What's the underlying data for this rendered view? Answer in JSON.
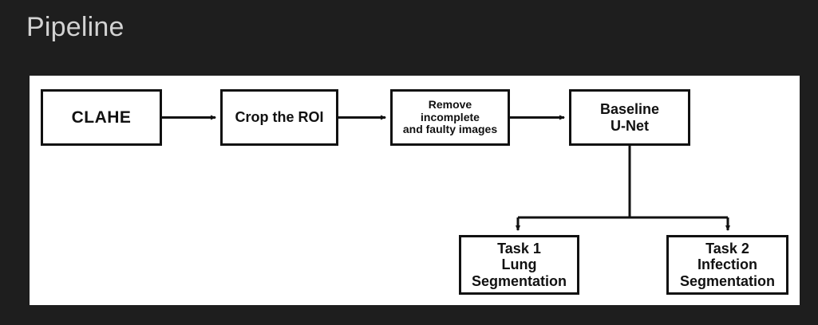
{
  "header": {
    "title": "Pipeline",
    "title_color": "#d2d2d2",
    "background_color": "#1e1e1e"
  },
  "figure": {
    "panel_background": "#ffffff",
    "stroke_color": "#111111",
    "diagram_type": "flowchart",
    "nodes": [
      {
        "id": "clahe",
        "label": "CLAHE",
        "row": 1,
        "order": 1
      },
      {
        "id": "crop",
        "label": "Crop the ROI",
        "row": 1,
        "order": 2
      },
      {
        "id": "remove",
        "label": "Remove\nincomplete\nand faulty images",
        "row": 1,
        "order": 3
      },
      {
        "id": "unet",
        "label": "Baseline\nU-Net",
        "row": 1,
        "order": 4
      },
      {
        "id": "task1",
        "label": "Task 1\nLung\nSegmentation",
        "row": 2,
        "order": 1
      },
      {
        "id": "task2",
        "label": "Task 2\nInfection\nSegmentation",
        "row": 2,
        "order": 2
      }
    ],
    "edges": [
      {
        "from": "clahe",
        "to": "crop",
        "style": "arrow-right"
      },
      {
        "from": "crop",
        "to": "remove",
        "style": "arrow-right"
      },
      {
        "from": "remove",
        "to": "unet",
        "style": "arrow-right"
      },
      {
        "from": "unet",
        "to": "task1",
        "style": "branch-down-arrow"
      },
      {
        "from": "unet",
        "to": "task2",
        "style": "branch-down-arrow"
      }
    ]
  }
}
